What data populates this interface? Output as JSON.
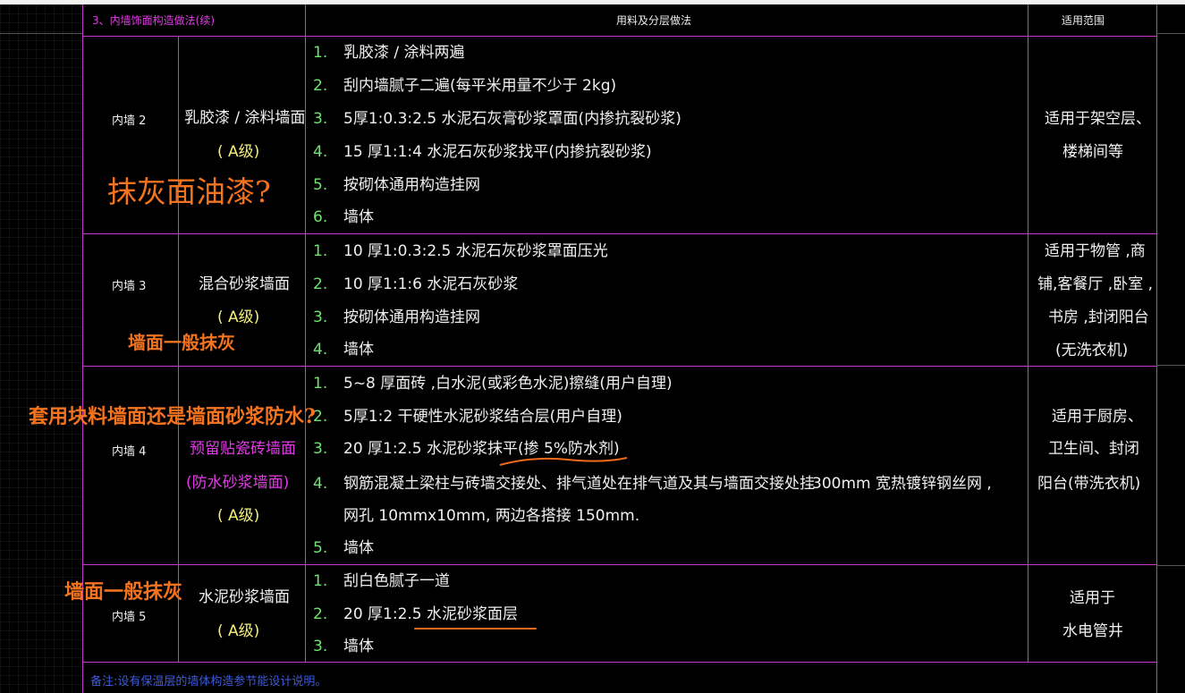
{
  "header": {
    "section_title": "3、内墙饰面构造做法(续)",
    "col_method": "用料及分层做法",
    "col_scope": "适用范围"
  },
  "rows": [
    {
      "code": "内墙 2",
      "name": "乳胶漆 / 涂料墙面",
      "grade": "( A级)",
      "steps": [
        {
          "n": "1.",
          "t": "乳胶漆 / 涂料两遍"
        },
        {
          "n": "2.",
          "t": "刮内墙腻子二遍(每平米用量不少于          2kg)"
        },
        {
          "n": "3.",
          "t": "5厚1:0.3:2.5   水泥石灰膏砂浆罩面(内掺抗裂砂浆)"
        },
        {
          "n": "4.",
          "t": "15 厚1:1:4   水泥石灰砂浆找平(内掺抗裂砂浆)"
        },
        {
          "n": "5.",
          "t": "按砌体通用构造挂网"
        },
        {
          "n": "6.",
          "t": "墙体"
        }
      ],
      "scope": [
        "适用于架空层、",
        "楼梯间等"
      ]
    },
    {
      "code": "内墙 3",
      "name": "混合砂浆墙面",
      "grade": "( A级)",
      "steps": [
        {
          "n": "1.",
          "t": "10 厚1:0.3:2.5   水泥石灰砂浆罩面压光"
        },
        {
          "n": "2.",
          "t": "10 厚1:1:6   水泥石灰砂浆"
        },
        {
          "n": "3.",
          "t": "按砌体通用构造挂网"
        },
        {
          "n": "4.",
          "t": "墙体"
        }
      ],
      "scope": [
        "适用于物管  ,商",
        "铺,客餐厅 ,卧室 ,",
        "书房 ,封闭阳台",
        "(无洗衣机)"
      ]
    },
    {
      "code": "内墙 4",
      "name": "预留贴瓷砖墙面",
      "name2": "(防水砂浆墙面)",
      "grade": "( A级)",
      "steps": [
        {
          "n": "1.",
          "t": "5~8 厚面砖 ,白水泥(或彩色水泥)擦缝(用户自理)"
        },
        {
          "n": "2.",
          "t": "5厚1:2  干硬性水泥砂浆结合层(用户自理)"
        },
        {
          "n": "3.",
          "t": "20 厚1:2.5  水泥砂浆抹平(掺   5%防水剂)"
        },
        {
          "n": "4.",
          "t": "钢筋混凝土梁柱与砖墙交接处、排气道处在排气道及其与墙面交接处挂"
        },
        {
          "n": "",
          "t": "网孔 10mmx10mm,      两边各搭接  150mm."
        },
        {
          "n": "5.",
          "t": "墙体"
        }
      ],
      "step4_tail": "300mm  宽热镀锌钢丝网    ,",
      "scope": [
        "适用于厨房、",
        "卫生间、封闭",
        "阳台(带洗衣机)"
      ]
    },
    {
      "code": "内墙 5",
      "name": "水泥砂浆墙面",
      "grade": "( A级)",
      "steps": [
        {
          "n": "1.",
          "t": "刮白色腻子一道"
        },
        {
          "n": "2.",
          "t": "20 厚1:2.5  水泥砂浆面层"
        },
        {
          "n": "3.",
          "t": "墙体"
        }
      ],
      "scope": [
        "适用于",
        "水电管井"
      ]
    }
  ],
  "annotations": {
    "a1": "抹灰面油漆?",
    "a2": "墙面一般抹灰",
    "a3": "套用块料墙面还是墙面砂浆防水?",
    "a4": "墙面一般抹灰"
  },
  "footer_note": "备注:设有保温层的墙体构造参节能设计说明。",
  "colors": {
    "line": "#c33ec8",
    "number": "#6fe36f",
    "annotation": "#f3731e",
    "note": "#3d5bd9"
  }
}
